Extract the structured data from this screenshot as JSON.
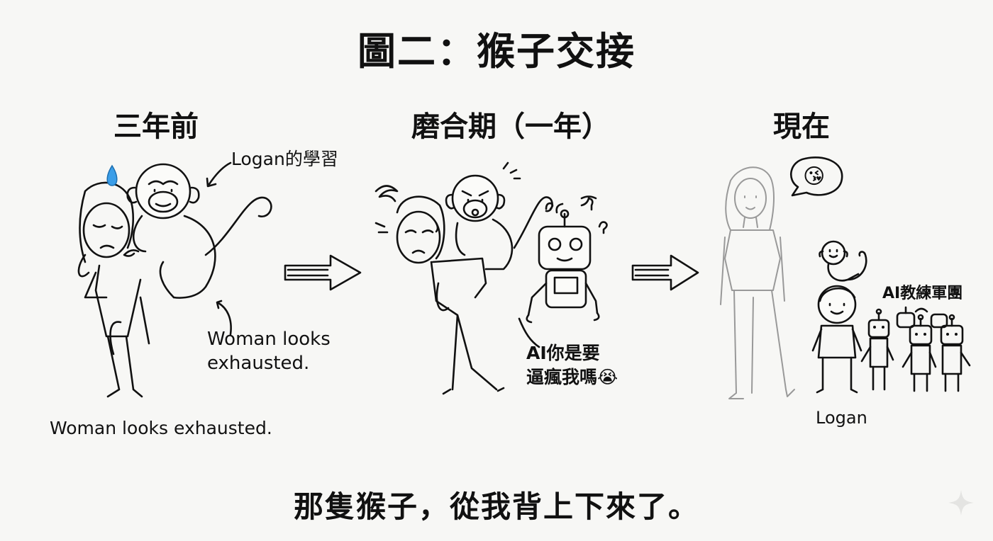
{
  "title": "圖二：猴子交接",
  "panels": [
    {
      "heading": "三年前"
    },
    {
      "heading": "磨合期（一年）"
    },
    {
      "heading": "現在"
    }
  ],
  "annotations": {
    "logan_learning": "Logan的學習",
    "woman_exhausted_arrow": "Woman looks\nexhausted.",
    "woman_exhausted_below": "Woman looks exhausted.",
    "ai_complaint": "AI你是要\n逼瘋我嗎",
    "crying_emoji": "😭",
    "kiss_emoji": "😘",
    "ai_coach_army": "AI教練軍團",
    "logan_name": "Logan",
    "sweat_drop": "💧"
  },
  "caption": "那隻猴子，從我背上下來了。",
  "colors": {
    "ink": "#111111",
    "faded_ink": "#999999",
    "background": "#f7f7f5",
    "sweat": "#3b9ee8"
  }
}
